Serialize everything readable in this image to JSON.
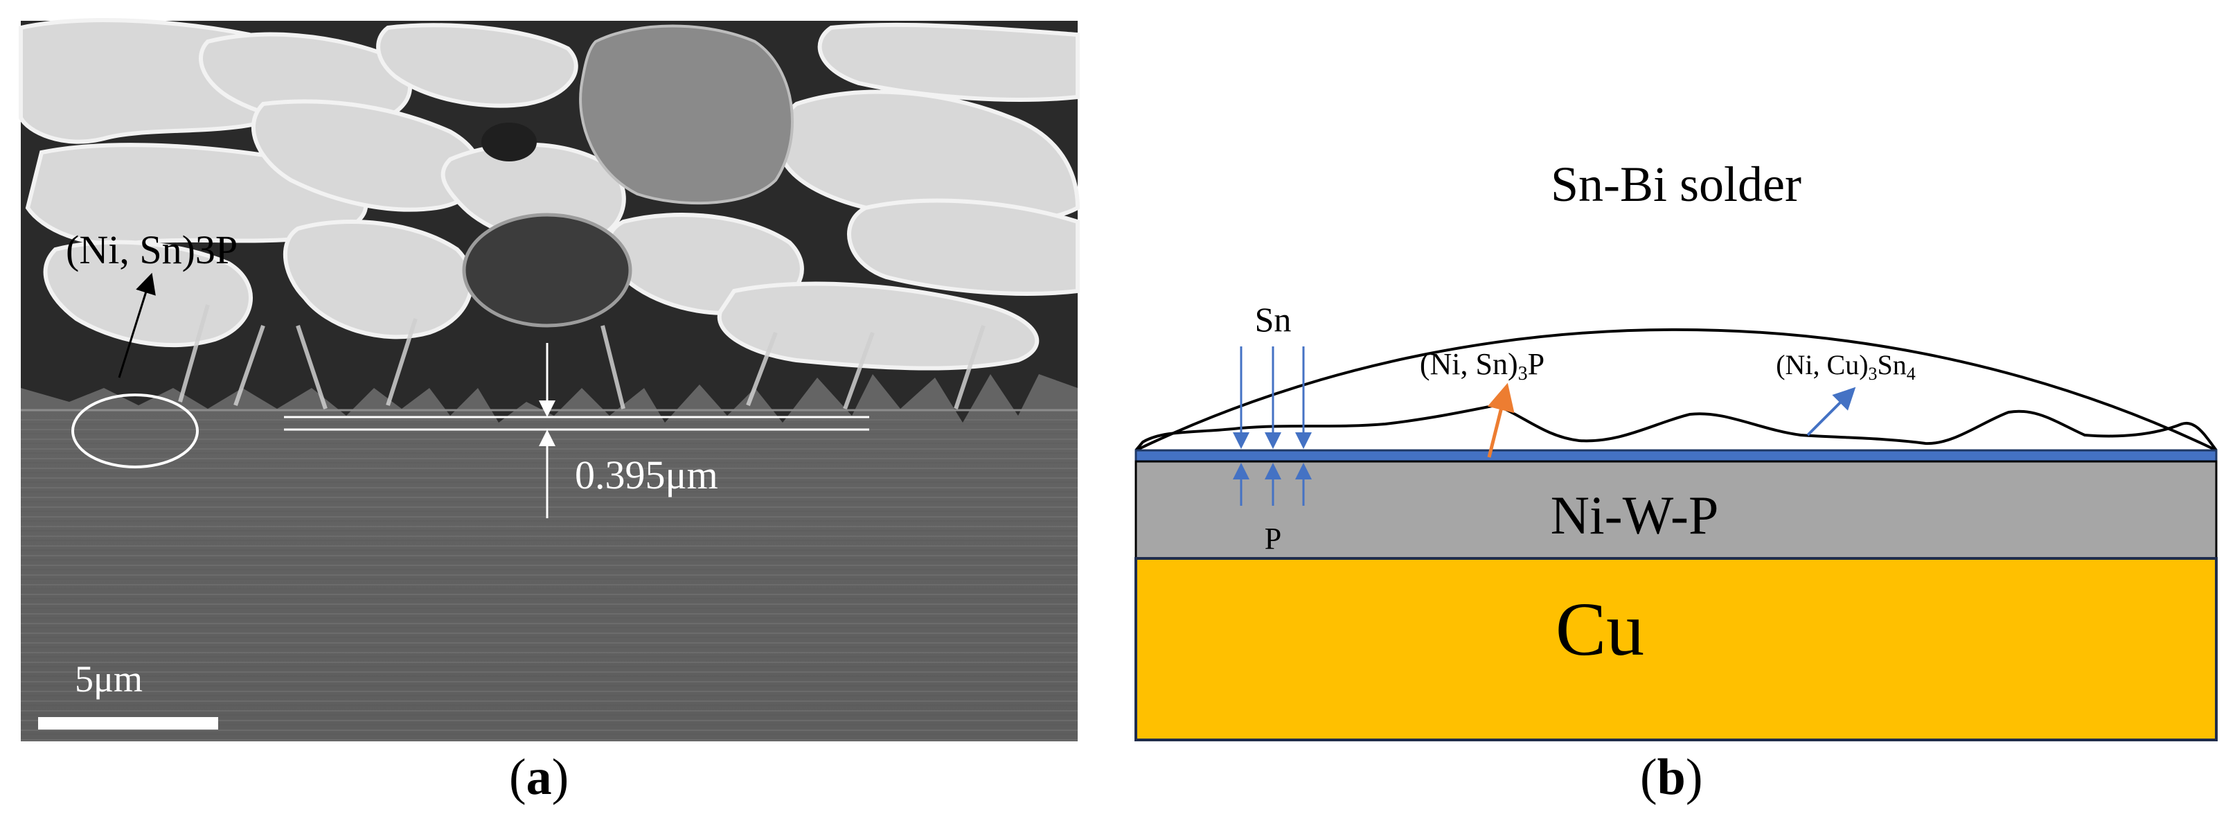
{
  "panel_a": {
    "label_phase": "(Ni, Sn)3P",
    "label_thickness": "0.395μm",
    "label_scalebar": "5μm",
    "caption_open": "(",
    "caption_letter": "a",
    "caption_close": ")"
  },
  "panel_b": {
    "label_solder": "Sn-Bi solder",
    "label_sn": "Sn",
    "label_p": "P",
    "label_nisnp_main": "(Ni, Sn)",
    "label_nisnp_sub": "3",
    "label_nisnp_tail": "P",
    "label_nicusn_main": "(Ni, Cu)",
    "label_nicusn_sub": "3",
    "label_nicusn_tail": "Sn",
    "label_nicusn_sub2": "4",
    "label_niwp": "Ni-W-P",
    "label_cu": "Cu",
    "caption_open": "(",
    "caption_letter": "b",
    "caption_close": ")"
  },
  "colors": {
    "cu_layer": "#FFC000",
    "niwp_layer": "#A6A6A6",
    "imc_layer": "#4472C4",
    "arrow_blue": "#4472C4",
    "arrow_orange": "#ED7D31",
    "sem_base": "#6e6e6e"
  }
}
